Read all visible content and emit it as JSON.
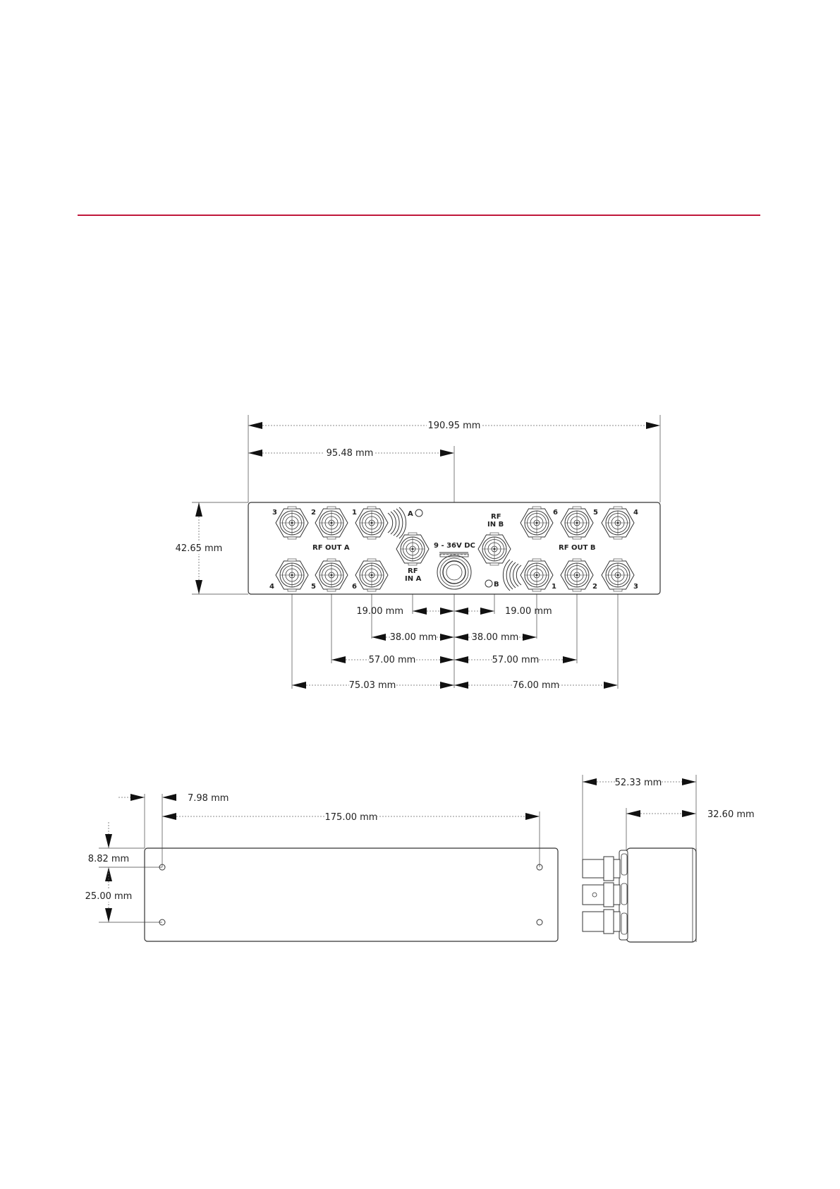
{
  "colors": {
    "accent_rule": "#c0173a",
    "line": "#333333",
    "text": "#222222"
  },
  "front_view": {
    "dimensions": {
      "overall_width": "190.95 mm",
      "half_width": "95.48 mm",
      "height": "42.65 mm",
      "rf_in_left": "19.00 mm",
      "rf_in_right": "19.00 mm",
      "col2_left": "38.00 mm",
      "col2_right": "38.00 mm",
      "col3_left": "57.00 mm",
      "col3_right": "57.00 mm",
      "outer_left": "75.03 mm",
      "outer_right": "76.00 mm"
    },
    "labels": {
      "rf_out_a": "RF OUT A",
      "rf_out_b": "RF OUT B",
      "rf_in_a": [
        "RF",
        "IN A"
      ],
      "rf_in_b": [
        "RF",
        "IN B"
      ],
      "power": "9 - 36V DC",
      "led_a": "A",
      "led_b": "B"
    },
    "port_numbers": {
      "a_top": [
        "3",
        "2",
        "1"
      ],
      "a_bottom": [
        "4",
        "5",
        "6"
      ],
      "b_top": [
        "6",
        "5",
        "4"
      ],
      "b_bottom": [
        "1",
        "2",
        "3"
      ]
    }
  },
  "bottom_view": {
    "dimensions": {
      "edge_offset": "7.98 mm",
      "hole_spacing": "175.00 mm",
      "top_offset": "8.82 mm",
      "hole_vertical": "25.00 mm"
    }
  },
  "side_view": {
    "dimensions": {
      "overall_depth": "52.33 mm",
      "body_depth": "32.60 mm"
    }
  }
}
